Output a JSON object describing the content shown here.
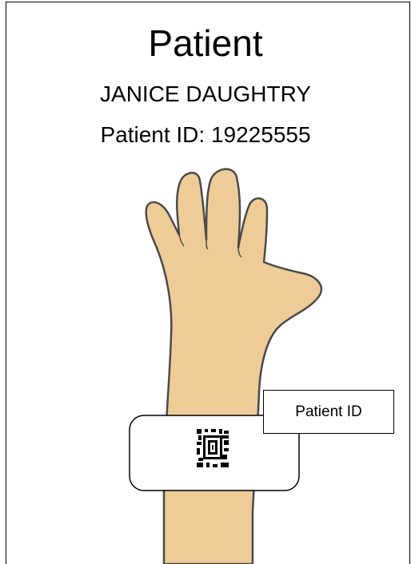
{
  "header": {
    "title": "Patient",
    "name": "JANICE DAUGHTRY",
    "patient_id_line": "Patient ID: 19225555"
  },
  "wristband": {
    "callout_label": "Patient ID",
    "barcode_icon": "qr-code-icon"
  },
  "colors": {
    "skin": "#eecb97",
    "outline": "#4a4a4a",
    "band": "#ffffff"
  }
}
